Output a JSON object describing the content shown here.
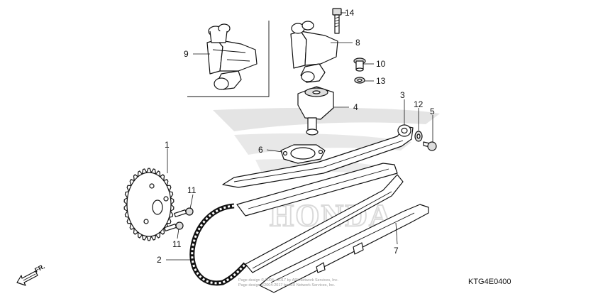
{
  "callouts": {
    "p1": "1",
    "p2": "2",
    "p3": "3",
    "p4": "4",
    "p5": "5",
    "p6": "6",
    "p7": "7",
    "p8": "8",
    "p9": "9",
    "p10": "10",
    "p11a": "11",
    "p11b": "11",
    "p12": "12",
    "p13": "13",
    "p14": "14"
  },
  "front_arrow_label": "FR.",
  "diagram_code": "KTG4E0400",
  "watermark_text": "HONDA",
  "copyright_line1": "Page design © 2004 - 2017 by ARI Network Services, Inc.",
  "copyright_line2": "Page design ©2004-2017 by ARI Network Services, Inc."
}
